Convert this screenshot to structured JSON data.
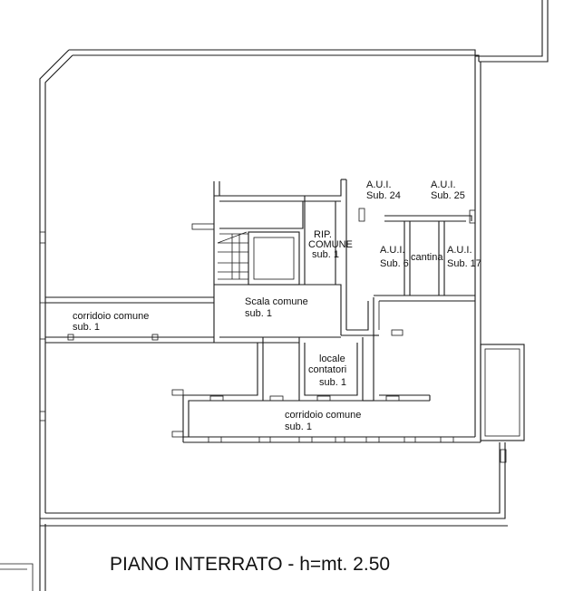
{
  "title": "PIANO INTERRATO - h=mt. 2.50",
  "rooms": {
    "aui_24": {
      "line1": "A.U.I.",
      "line2": "Sub. 24"
    },
    "aui_25": {
      "line1": "A.U.I.",
      "line2": "Sub. 25"
    },
    "rip_comune": {
      "line1": "RIP.",
      "line2": "COMUNE",
      "line3": "sub. 1"
    },
    "aui_6": {
      "line1": "A.U.I.",
      "line2": "Sub. 6"
    },
    "cantina": {
      "line1": "cantina"
    },
    "aui_17": {
      "line1": "A.U.I.",
      "line2": "Sub. 17"
    },
    "scala_comune": {
      "line1": "Scala comune",
      "line2": "sub. 1"
    },
    "corridoio_left": {
      "line1": "corridoio comune",
      "line2": "sub. 1"
    },
    "locale_contatori": {
      "line1": "locale",
      "line2": "contatori",
      "line3": "sub. 1"
    },
    "corridoio_bottom": {
      "line1": "corridoio comune",
      "line2": "sub. 1"
    }
  }
}
